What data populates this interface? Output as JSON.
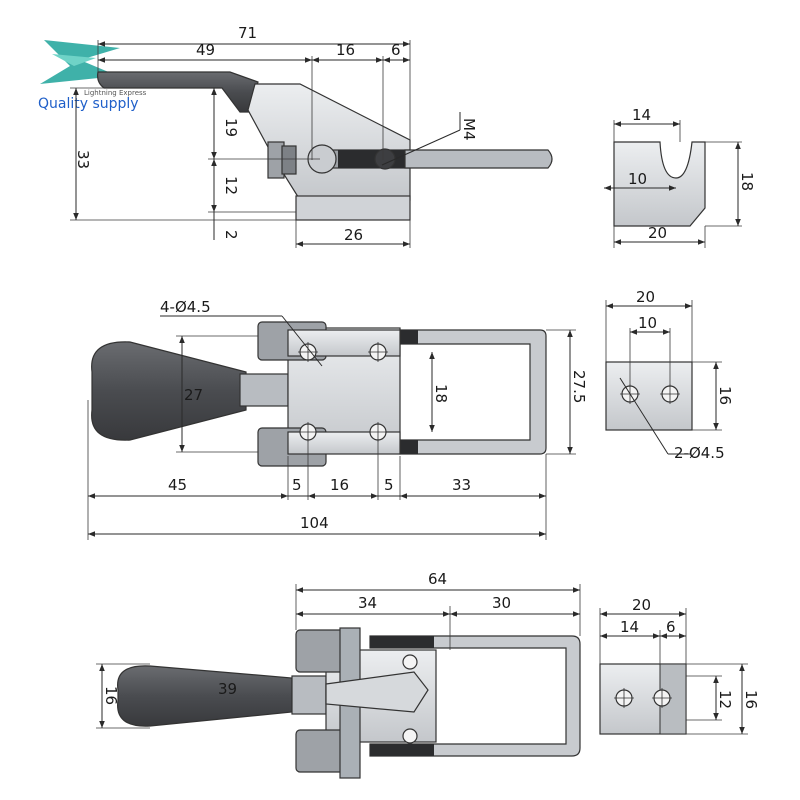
{
  "logo": {
    "tagline": "Lightning Express",
    "caption": "Quality supply",
    "color": "#2aa9a0",
    "caption_color": "#1f5fc9"
  },
  "top_view": {
    "dims": [
      "71",
      "49",
      "16",
      "6",
      "33",
      "19",
      "12",
      "2",
      "26"
    ],
    "thread": "M4"
  },
  "top_detail": {
    "dims": [
      "14",
      "10",
      "18",
      "20"
    ]
  },
  "mid_view": {
    "holes_note": "4-Ø4.5",
    "dims": [
      "27",
      "18",
      "27.5",
      "45",
      "5",
      "16",
      "5",
      "33",
      "104"
    ]
  },
  "mid_detail": {
    "dims": [
      "20",
      "10",
      "16"
    ],
    "holes_note": "2-Ø4.5"
  },
  "bot_view": {
    "dims": [
      "64",
      "34",
      "30",
      "16",
      "39"
    ]
  },
  "bot_detail": {
    "dims": [
      "20",
      "14",
      "6",
      "12",
      "16"
    ]
  }
}
